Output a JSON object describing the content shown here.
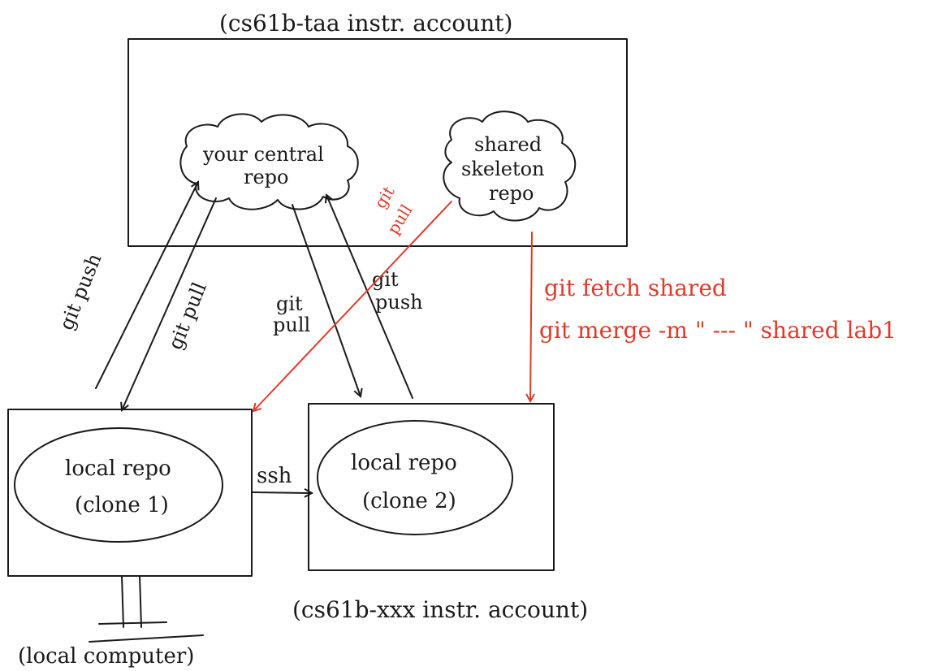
{
  "labels": {
    "top_account": "(cs61b-taa instr. account)",
    "central_repo_line1": "your central",
    "central_repo_line2": "repo",
    "skeleton_line1": "shared",
    "skeleton_line2": "skeleton",
    "skeleton_line3": "repo",
    "clone1_line1": "local repo",
    "clone1_line2": "(clone 1)",
    "clone2_line1": "local repo",
    "clone2_line2": "(clone 2)",
    "ssh": "ssh",
    "local_computer": "(local computer)",
    "bottom_account": "(cs61b-xxx instr. account)"
  },
  "commands": {
    "push_left": "git push",
    "pull_left": "git pull",
    "pull_mid_line1": "git",
    "pull_mid_line2": "pull",
    "push_right_line1": "git",
    "push_right_line2": "push",
    "red_pull_line1": "git",
    "red_pull_line2": "pull",
    "fetch": "git fetch shared",
    "merge": "git merge -m \" --- \" shared lab1"
  },
  "colors": {
    "ink": "#1a1a1a",
    "red": "#e03a2a"
  }
}
